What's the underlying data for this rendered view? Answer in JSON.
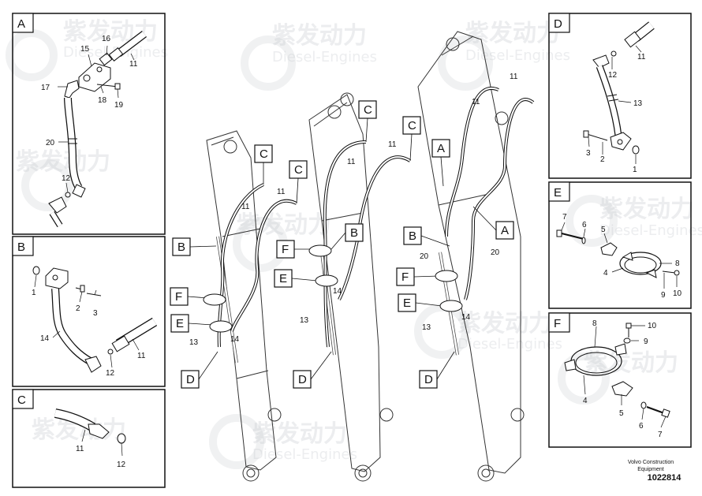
{
  "panels": {
    "A": {
      "letter": "A",
      "labels": [
        "15",
        "16",
        "11",
        "17",
        "18",
        "19",
        "20",
        "12"
      ]
    },
    "B": {
      "letter": "B",
      "labels": [
        "1",
        "2",
        "3",
        "14",
        "12",
        "11"
      ]
    },
    "C": {
      "letter": "C",
      "labels": [
        "11",
        "12"
      ]
    },
    "D": {
      "letter": "D",
      "labels": [
        "11",
        "12",
        "13",
        "3",
        "2",
        "1"
      ]
    },
    "E": {
      "letter": "E",
      "labels": [
        "7",
        "6",
        "5",
        "8",
        "4",
        "9",
        "10"
      ]
    },
    "F": {
      "letter": "F",
      "labels": [
        "8",
        "10",
        "9",
        "4",
        "5",
        "6",
        "7"
      ]
    }
  },
  "callouts": {
    "C": "C",
    "B": "B",
    "F": "F",
    "E": "E",
    "D": "D",
    "A": "A"
  },
  "main_labels": [
    "11",
    "11",
    "11",
    "11",
    "11",
    "11",
    "13",
    "13",
    "13",
    "14",
    "14",
    "14",
    "20",
    "20"
  ],
  "watermark": {
    "cn": "紫发动力",
    "en": "Diesel-Engines"
  },
  "footer": {
    "brand_line1": "Volvo Construction",
    "brand_line2": "Equipment",
    "code": "1022814"
  }
}
